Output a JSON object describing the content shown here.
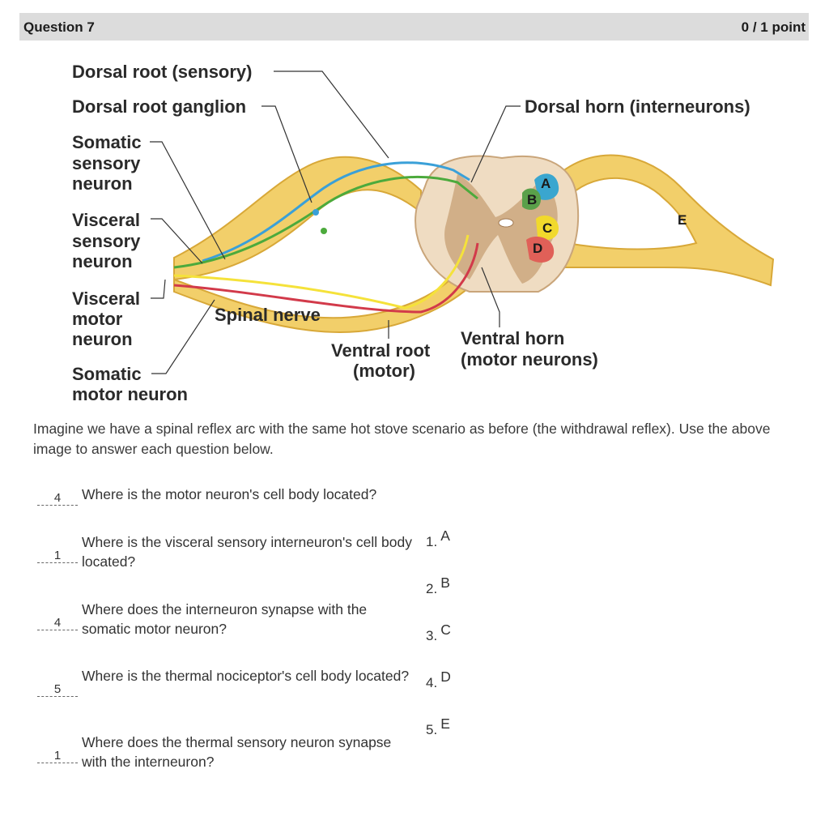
{
  "header": {
    "title": "Question 7",
    "score": "0 / 1 point"
  },
  "figure": {
    "labels": {
      "dorsal_root": "Dorsal root (sensory)",
      "dorsal_root_ganglion": "Dorsal root ganglion",
      "somatic_sensory_1": "Somatic",
      "somatic_sensory_2": "sensory",
      "somatic_sensory_3": "neuron",
      "visceral_sensory_1": "Visceral",
      "visceral_sensory_2": "sensory",
      "visceral_sensory_3": "neuron",
      "visceral_motor_1": "Visceral",
      "visceral_motor_2": "motor",
      "visceral_motor_3": "neuron",
      "somatic_motor_1": "Somatic",
      "somatic_motor_2": "motor neuron",
      "spinal_nerve": "Spinal nerve",
      "ventral_root_1": "Ventral root",
      "ventral_root_2": "(motor)",
      "ventral_horn_1": "Ventral horn",
      "ventral_horn_2": "(motor neurons)",
      "dorsal_horn": "Dorsal horn (interneurons)"
    },
    "regions": {
      "a": "A",
      "b": "B",
      "c": "C",
      "d": "D",
      "e": "E"
    },
    "colors": {
      "nerve": "#f2cf6a",
      "blue_neuron": "#3aa0d8",
      "green_neuron": "#4caa3c",
      "red_neuron": "#d23a4a",
      "yellow_neuron": "#f5e23a",
      "region_a": "#3aa6cf",
      "region_b": "#5aa04a",
      "region_c": "#f1d92c",
      "region_d": "#e06058"
    }
  },
  "prompt": "Imagine we have a spinal reflex arc with the same hot stove scenario as before (the withdrawal reflex). Use the above image to answer each question below.",
  "questions": [
    {
      "answer": "4",
      "text": "Where is the motor neuron's cell body located?"
    },
    {
      "answer": "1",
      "text": "Where is the visceral sensory interneuron's cell body located?"
    },
    {
      "answer": "4",
      "text": "Where does the interneuron synapse with the somatic motor neuron?"
    },
    {
      "answer": "5",
      "text": "Where is the thermal nociceptor's cell body located?"
    },
    {
      "answer": "1",
      "text": "Where does the thermal sensory neuron synapse with the interneuron?"
    }
  ],
  "options": [
    {
      "num": "1.",
      "letter": "A"
    },
    {
      "num": "2.",
      "letter": "B"
    },
    {
      "num": "3.",
      "letter": "C"
    },
    {
      "num": "4.",
      "letter": "D"
    },
    {
      "num": "5.",
      "letter": "E"
    }
  ]
}
